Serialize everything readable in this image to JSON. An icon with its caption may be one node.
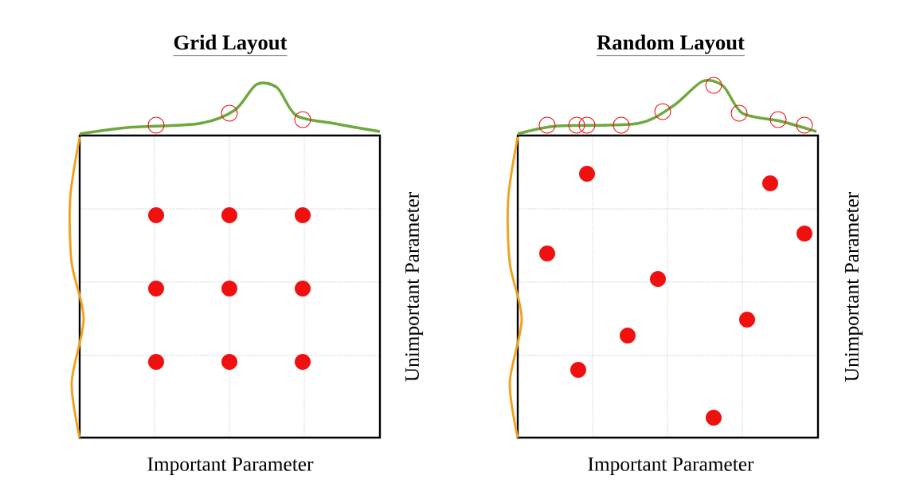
{
  "diagram": {
    "labels": [
      "Grid Layout",
      "Random Layout",
      "Unimportant Parameter",
      "Unimportant Parameter",
      "Important Parameter",
      "Important Parameter"
    ]
  }
}
